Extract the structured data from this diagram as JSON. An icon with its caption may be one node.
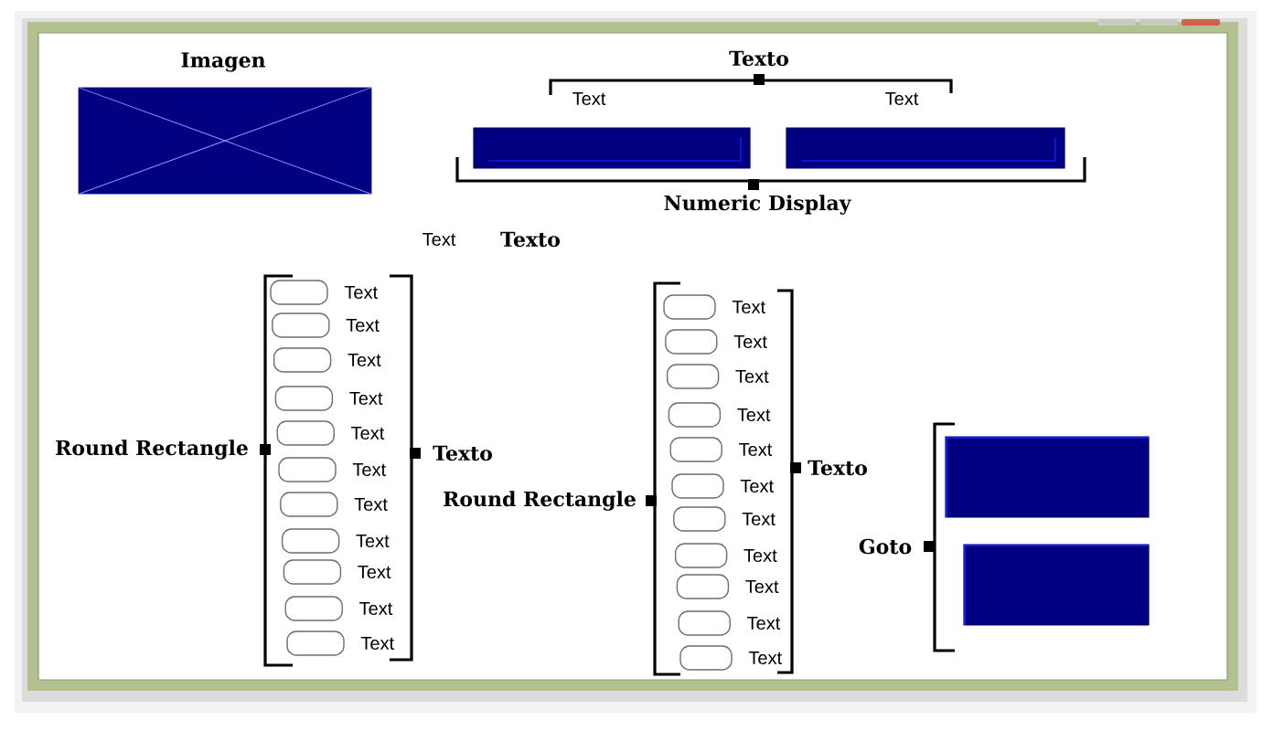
{
  "diagram": {
    "nodes": [
      {
        "text": [
          "Imagen"
        ]
      },
      {
        "text": [],
        "shape": "box",
        "beside": [
          "Text"
        ]
      },
      {
        "text": [],
        "shape": "box",
        "beside": [
          "Text"
        ]
      },
      {
        "text": [],
        "shape": "box",
        "beside": [
          "Text"
        ]
      },
      {
        "text": [],
        "shape": "box",
        "beside": [
          "Text"
        ]
      },
      {
        "text": [],
        "shape": "box",
        "beside": [
          "Text"
        ]
      },
      {
        "text": [],
        "shape": "box",
        "beside": [
          "Text"
        ]
      },
      {
        "text": [],
        "shape": "box",
        "beside": [
          "Text"
        ]
      },
      {
        "text": [],
        "shape": "box",
        "beside": [
          "Text"
        ]
      },
      {
        "text": [],
        "shape": "box",
        "beside": [
          "Text"
        ]
      },
      {
        "text": [],
        "shape": "box",
        "beside": [
          "Text"
        ]
      },
      {
        "text": [],
        "shape": "box",
        "beside": [
          "Text"
        ]
      },
      {
        "text": [],
        "shape": "box",
        "beside": [
          "Text"
        ]
      },
      {
        "text": [],
        "shape": "box",
        "beside": [
          "Text"
        ]
      },
      {
        "text": [],
        "shape": "box",
        "beside": [
          "Text"
        ]
      },
      {
        "text": [],
        "shape": "box",
        "beside": [
          "Text"
        ]
      },
      {
        "text": [],
        "shape": "box",
        "beside": [
          "Text"
        ]
      },
      {
        "text": [],
        "shape": "box",
        "beside": [
          "Text"
        ]
      },
      {
        "text": [],
        "shape": "box",
        "beside": [
          "Text"
        ]
      },
      {
        "text": [],
        "shape": "box",
        "beside": [
          "Text"
        ]
      },
      {
        "text": [],
        "shape": "box",
        "beside": [
          "Text"
        ]
      },
      {
        "text": [],
        "shape": "box",
        "beside": [
          "Text"
        ]
      },
      {
        "text": [],
        "shape": "box",
        "beside": [
          "Text"
        ]
      },
      {
        "text": [],
        "shape": "box",
        "beside": [
          "Text"
        ]
      },
      {
        "text": [],
        "shape": "box",
        "beside": [
          "Text"
        ]
      },
      {
        "text": [],
        "shape": "box"
      },
      {
        "text": [],
        "shape": "box"
      }
    ],
    "labels": [
      "Texto",
      "Numeric Display",
      "Text",
      "Texto",
      "Round Rectangle",
      "Texto",
      "Round Rectangle",
      "Texto",
      "Goto"
    ]
  }
}
